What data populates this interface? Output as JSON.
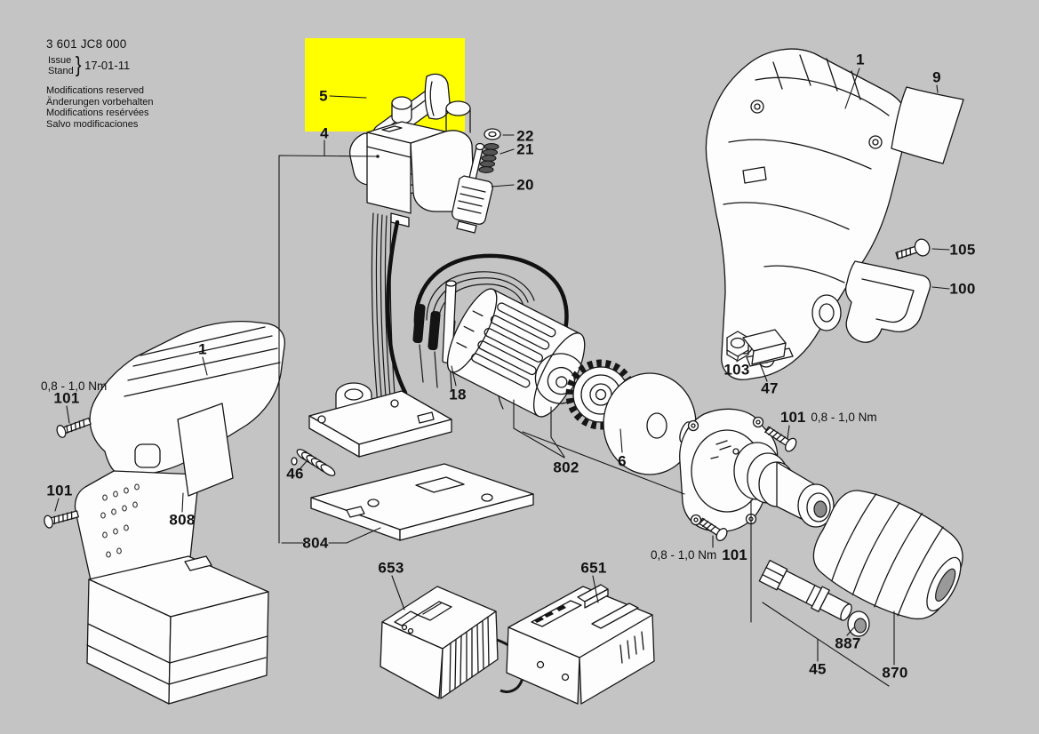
{
  "header": {
    "doc_number": "3 601 JC8 000",
    "issue_label": "Issue",
    "stand_label": "Stand",
    "brace": "}",
    "date": "17-01-11",
    "modifications_lines": [
      "Modifications reserved",
      "Änderungen vorbehalten",
      "Modifications resérvées",
      "Salvo modificaciones"
    ]
  },
  "highlight": {
    "part": "5",
    "color": "#ffff00"
  },
  "callouts": [
    {
      "id": "c5",
      "text": "5"
    },
    {
      "id": "c4",
      "text": "4"
    },
    {
      "id": "c22",
      "text": "22"
    },
    {
      "id": "c21",
      "text": "21"
    },
    {
      "id": "c20",
      "text": "20"
    },
    {
      "id": "c1-right",
      "text": "1"
    },
    {
      "id": "c9",
      "text": "9"
    },
    {
      "id": "c105",
      "text": "105"
    },
    {
      "id": "c100",
      "text": "100"
    },
    {
      "id": "c103",
      "text": "103"
    },
    {
      "id": "c47",
      "text": "47"
    },
    {
      "id": "c1-left",
      "text": "1"
    },
    {
      "id": "c101-left-top",
      "text": "101"
    },
    {
      "id": "c101-left-bottom",
      "text": "101"
    },
    {
      "id": "c18",
      "text": "18"
    },
    {
      "id": "c802",
      "text": "802"
    },
    {
      "id": "c6",
      "text": "6"
    },
    {
      "id": "c46",
      "text": "46"
    },
    {
      "id": "c808",
      "text": "808"
    },
    {
      "id": "c804",
      "text": "804"
    },
    {
      "id": "c653",
      "text": "653"
    },
    {
      "id": "c651",
      "text": "651"
    },
    {
      "id": "c101-right-mid",
      "text": "101"
    },
    {
      "id": "c101-right-bottom",
      "text": "101"
    },
    {
      "id": "c887",
      "text": "887"
    },
    {
      "id": "c45",
      "text": "45"
    },
    {
      "id": "c870",
      "text": "870"
    }
  ],
  "torque_labels": [
    {
      "id": "torque-left",
      "text": "0,8 - 1,0 Nm"
    },
    {
      "id": "torque-right-mid",
      "text": "0,8 - 1,0 Nm"
    },
    {
      "id": "torque-right-bottom",
      "text": "0,8 - 1,0 Nm"
    }
  ]
}
